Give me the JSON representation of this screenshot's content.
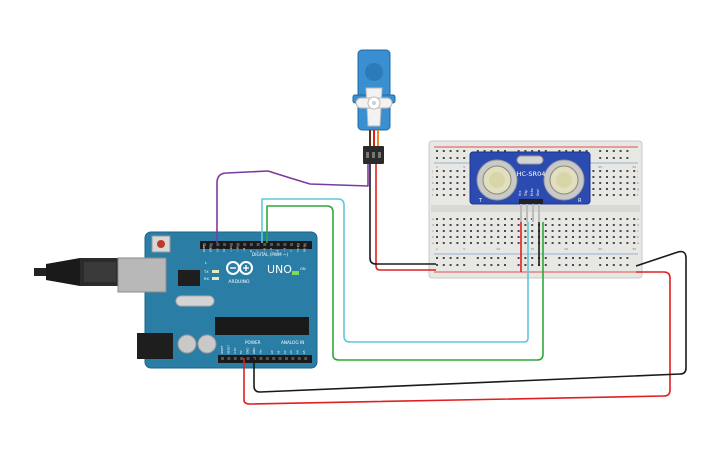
{
  "arduino": {
    "brand_model": "UNO",
    "brand_name": "ARDUINO",
    "digital_header_label": "DIGITAL (PWM ~)",
    "power_label": "POWER",
    "analog_label": "ANALOG IN",
    "led_labels": [
      "TX",
      "RX",
      "L"
    ],
    "on_label": "ON",
    "digital_pins": [
      "AREF",
      "GND",
      "13",
      "12",
      "~11",
      "~10",
      "~9",
      "8",
      "7",
      "~6",
      "~5",
      "4",
      "~3",
      "2",
      "TX 1",
      "RX 0"
    ],
    "power_pins": [
      "IOREF",
      "RESET",
      "3.3V",
      "5V",
      "GND",
      "GND",
      "Vin"
    ],
    "analog_pins": [
      "A0",
      "A1",
      "A2",
      "A3",
      "A4",
      "A5"
    ]
  },
  "sensor": {
    "model": "HC-SR04",
    "pins": [
      "Vcc",
      "Trig",
      "Echo",
      "Gnd"
    ],
    "marks": [
      "T",
      "R"
    ]
  },
  "breadboard": {
    "column_numbers": [
      "1",
      "5",
      "10",
      "15",
      "20",
      "25",
      "30"
    ],
    "row_letters": [
      "a",
      "b",
      "c",
      "d",
      "e",
      "f",
      "g",
      "h",
      "i",
      "j"
    ]
  },
  "colors": {
    "wire_red": "#e02020",
    "wire_black": "#1a1a1a",
    "wire_purple": "#7a3aa0",
    "wire_cyan": "#5fc8d6",
    "wire_green": "#2fa83a",
    "arduino_board": "#2a7da4",
    "servo_body": "#3a8fd0",
    "sensor_board": "#2b4bb0"
  }
}
